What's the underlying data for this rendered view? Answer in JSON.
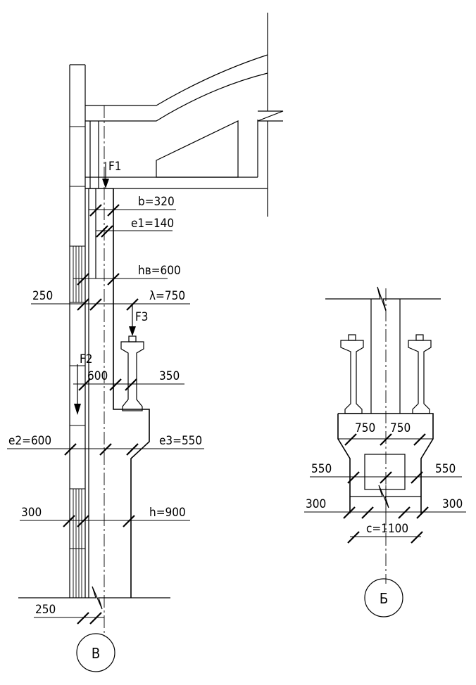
{
  "left_elevation": {
    "loads": {
      "f1": "F1",
      "f2": "F2",
      "f3": "F3"
    },
    "dims": {
      "b": "b=320",
      "e1": "e1=140",
      "hv": "hв=600",
      "left_250": "250",
      "lambda": "λ=750",
      "d600": "600",
      "d350": "350",
      "e2": "e2=600",
      "e3": "e3=550",
      "d300": "300",
      "h": "h=900",
      "bottom_250": "250"
    },
    "axis_label": "В"
  },
  "right_section": {
    "dims": {
      "left_750": "750",
      "right_750": "750",
      "left_550": "550",
      "right_550": "550",
      "left_300": "300",
      "right_300": "300",
      "c": "c=1100"
    },
    "axis_label": "Б"
  }
}
